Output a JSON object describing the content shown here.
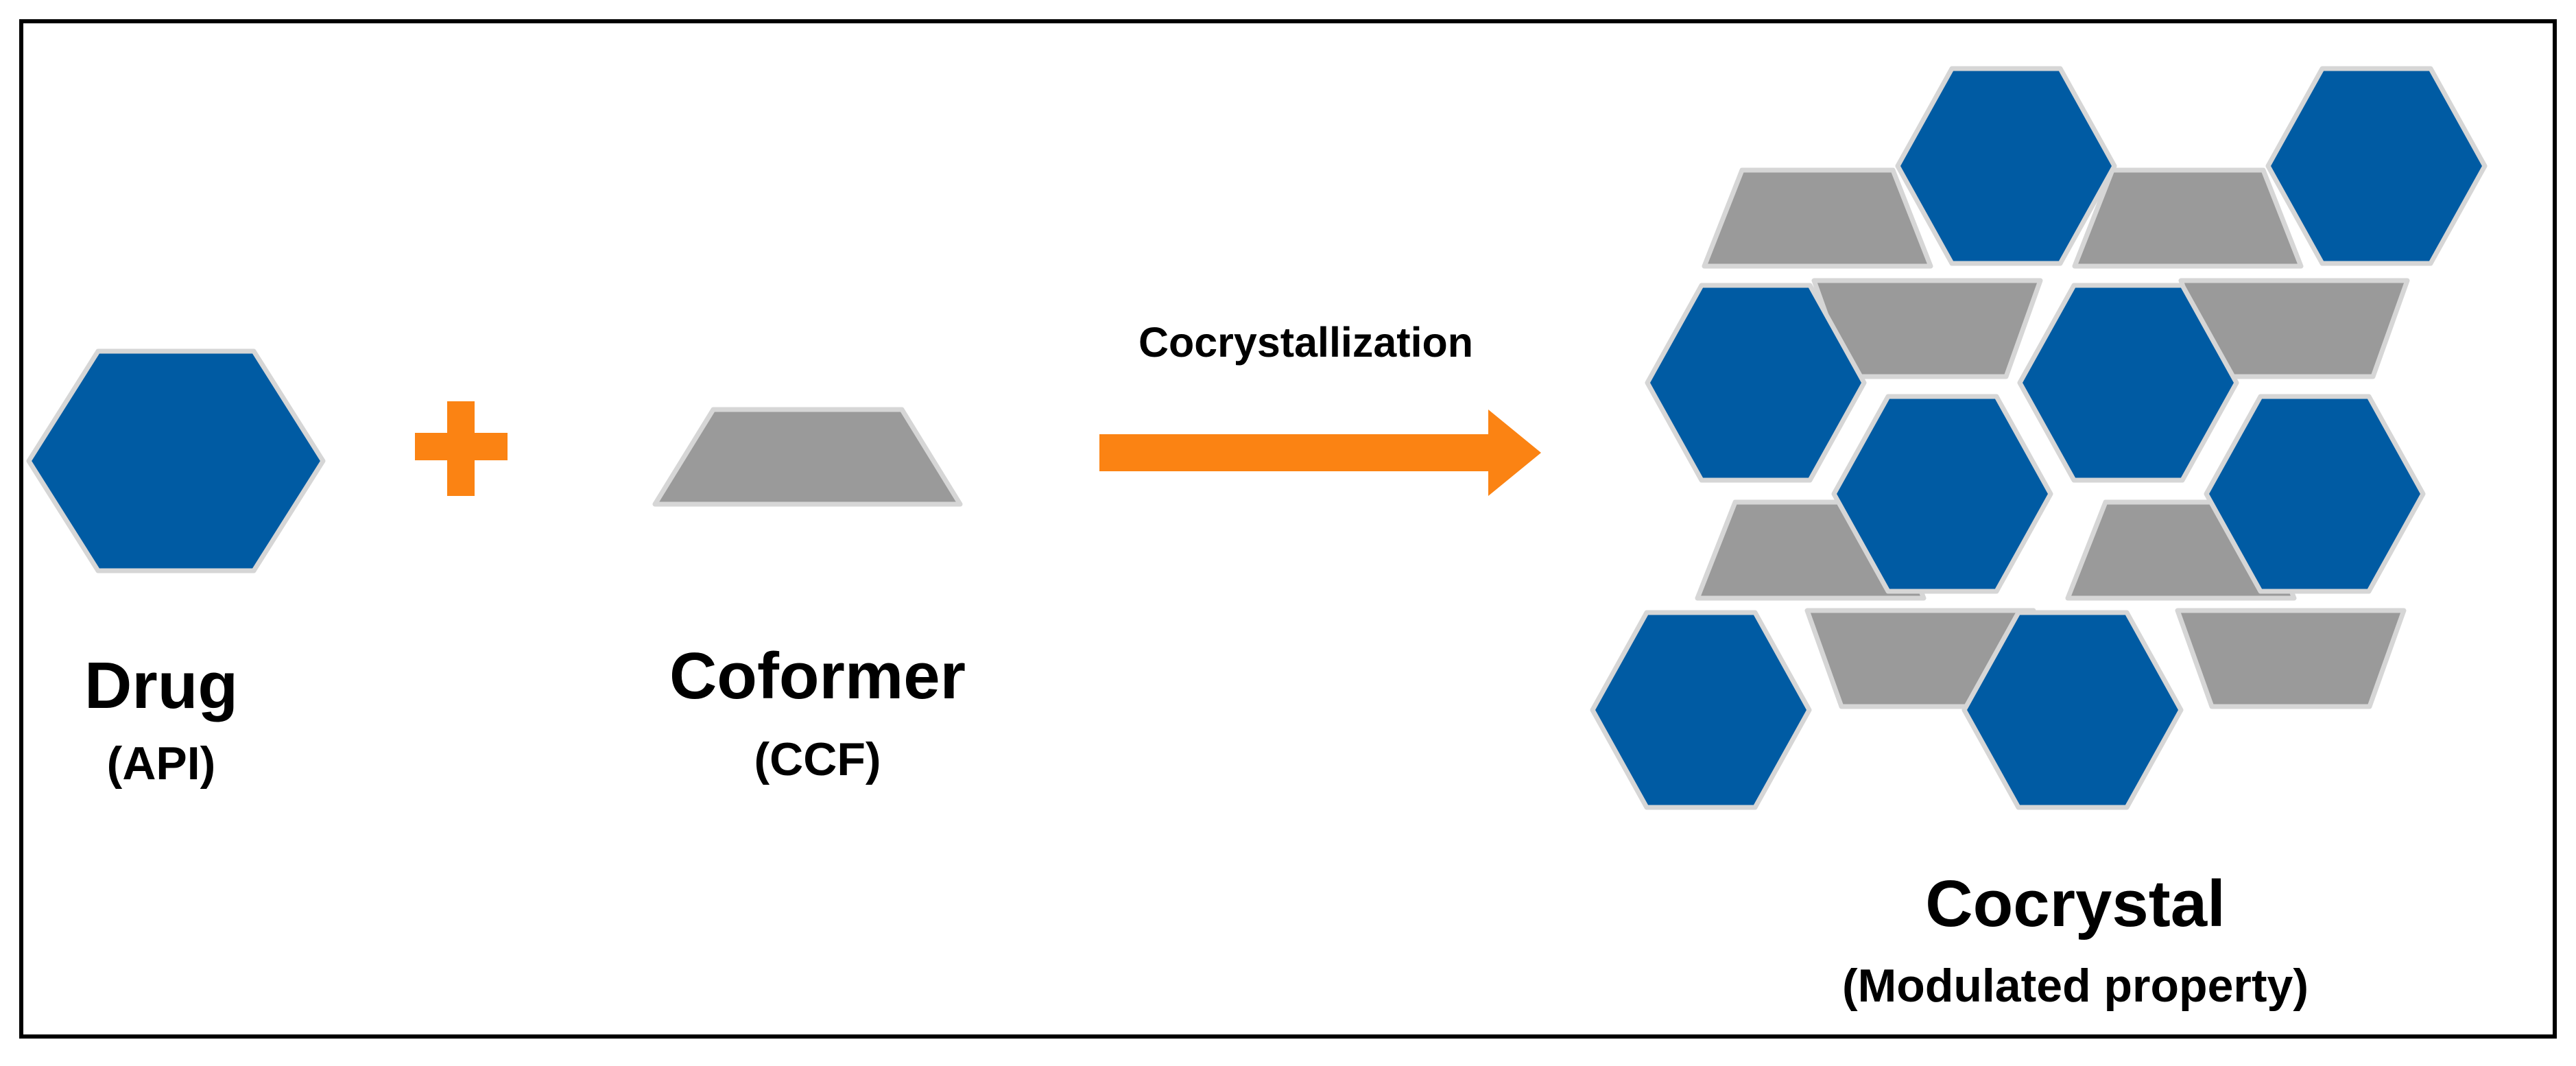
{
  "colors": {
    "drug_blue": "#005BA3",
    "coformer_gray": "#9A9A9A",
    "accent_orange": "#FB8313",
    "shape_outline": "#D6D6D6",
    "frame": "#000000",
    "background": "#FFFFFF"
  },
  "icons": {
    "drug": "blue-hexagon",
    "coformer": "gray-trapezoid",
    "plus": "orange-plus",
    "arrow": "orange-right-arrow"
  },
  "drug": {
    "title": "Drug",
    "subtitle": "(API)"
  },
  "coformer": {
    "title": "Coformer",
    "subtitle": "(CCF)"
  },
  "process": {
    "label": "Cocrystallization"
  },
  "cocrystal": {
    "title": "Cocrystal",
    "subtitle": "(Modulated property)"
  }
}
